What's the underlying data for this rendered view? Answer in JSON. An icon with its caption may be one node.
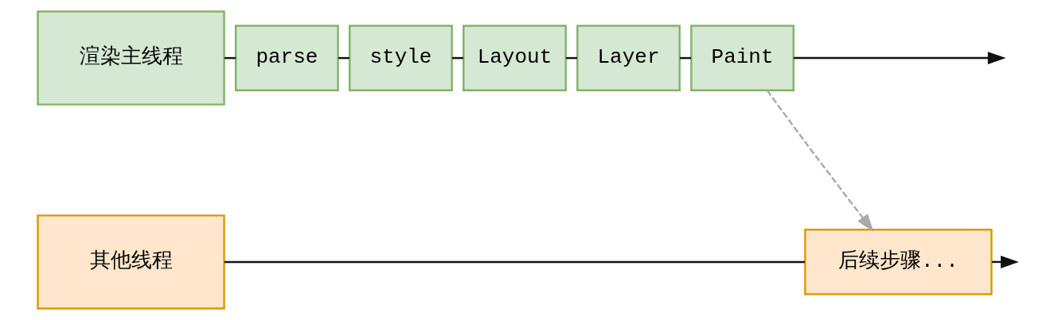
{
  "diagram": {
    "nodes": [
      {
        "text": [
          "渲染主线程"
        ]
      },
      {
        "text": [
          "parse"
        ]
      },
      {
        "text": [
          "style"
        ]
      },
      {
        "text": [
          "Layout"
        ]
      },
      {
        "text": [
          "Layer"
        ]
      },
      {
        "text": [
          "Paint"
        ]
      },
      {
        "text": [
          "其他线程"
        ]
      },
      {
        "text": [
          "后续步骤..."
        ]
      }
    ],
    "edges": [
      {
        "from": 0,
        "to": 1,
        "arrow": "none"
      },
      {
        "from": 1,
        "to": 2,
        "arrow": "none"
      },
      {
        "from": 2,
        "to": 3,
        "arrow": "none"
      },
      {
        "from": 3,
        "to": 4,
        "arrow": "none"
      },
      {
        "from": 4,
        "to": 5,
        "arrow": "none"
      },
      {
        "from": 5,
        "to": null,
        "arrow": "to"
      },
      {
        "from": 5,
        "to": 7,
        "arrow": "to",
        "style": "dashed",
        "color": "#aaaaaa"
      },
      {
        "from": 6,
        "to": 7,
        "arrow": "none"
      },
      {
        "from": 7,
        "to": null,
        "arrow": "to"
      }
    ]
  }
}
